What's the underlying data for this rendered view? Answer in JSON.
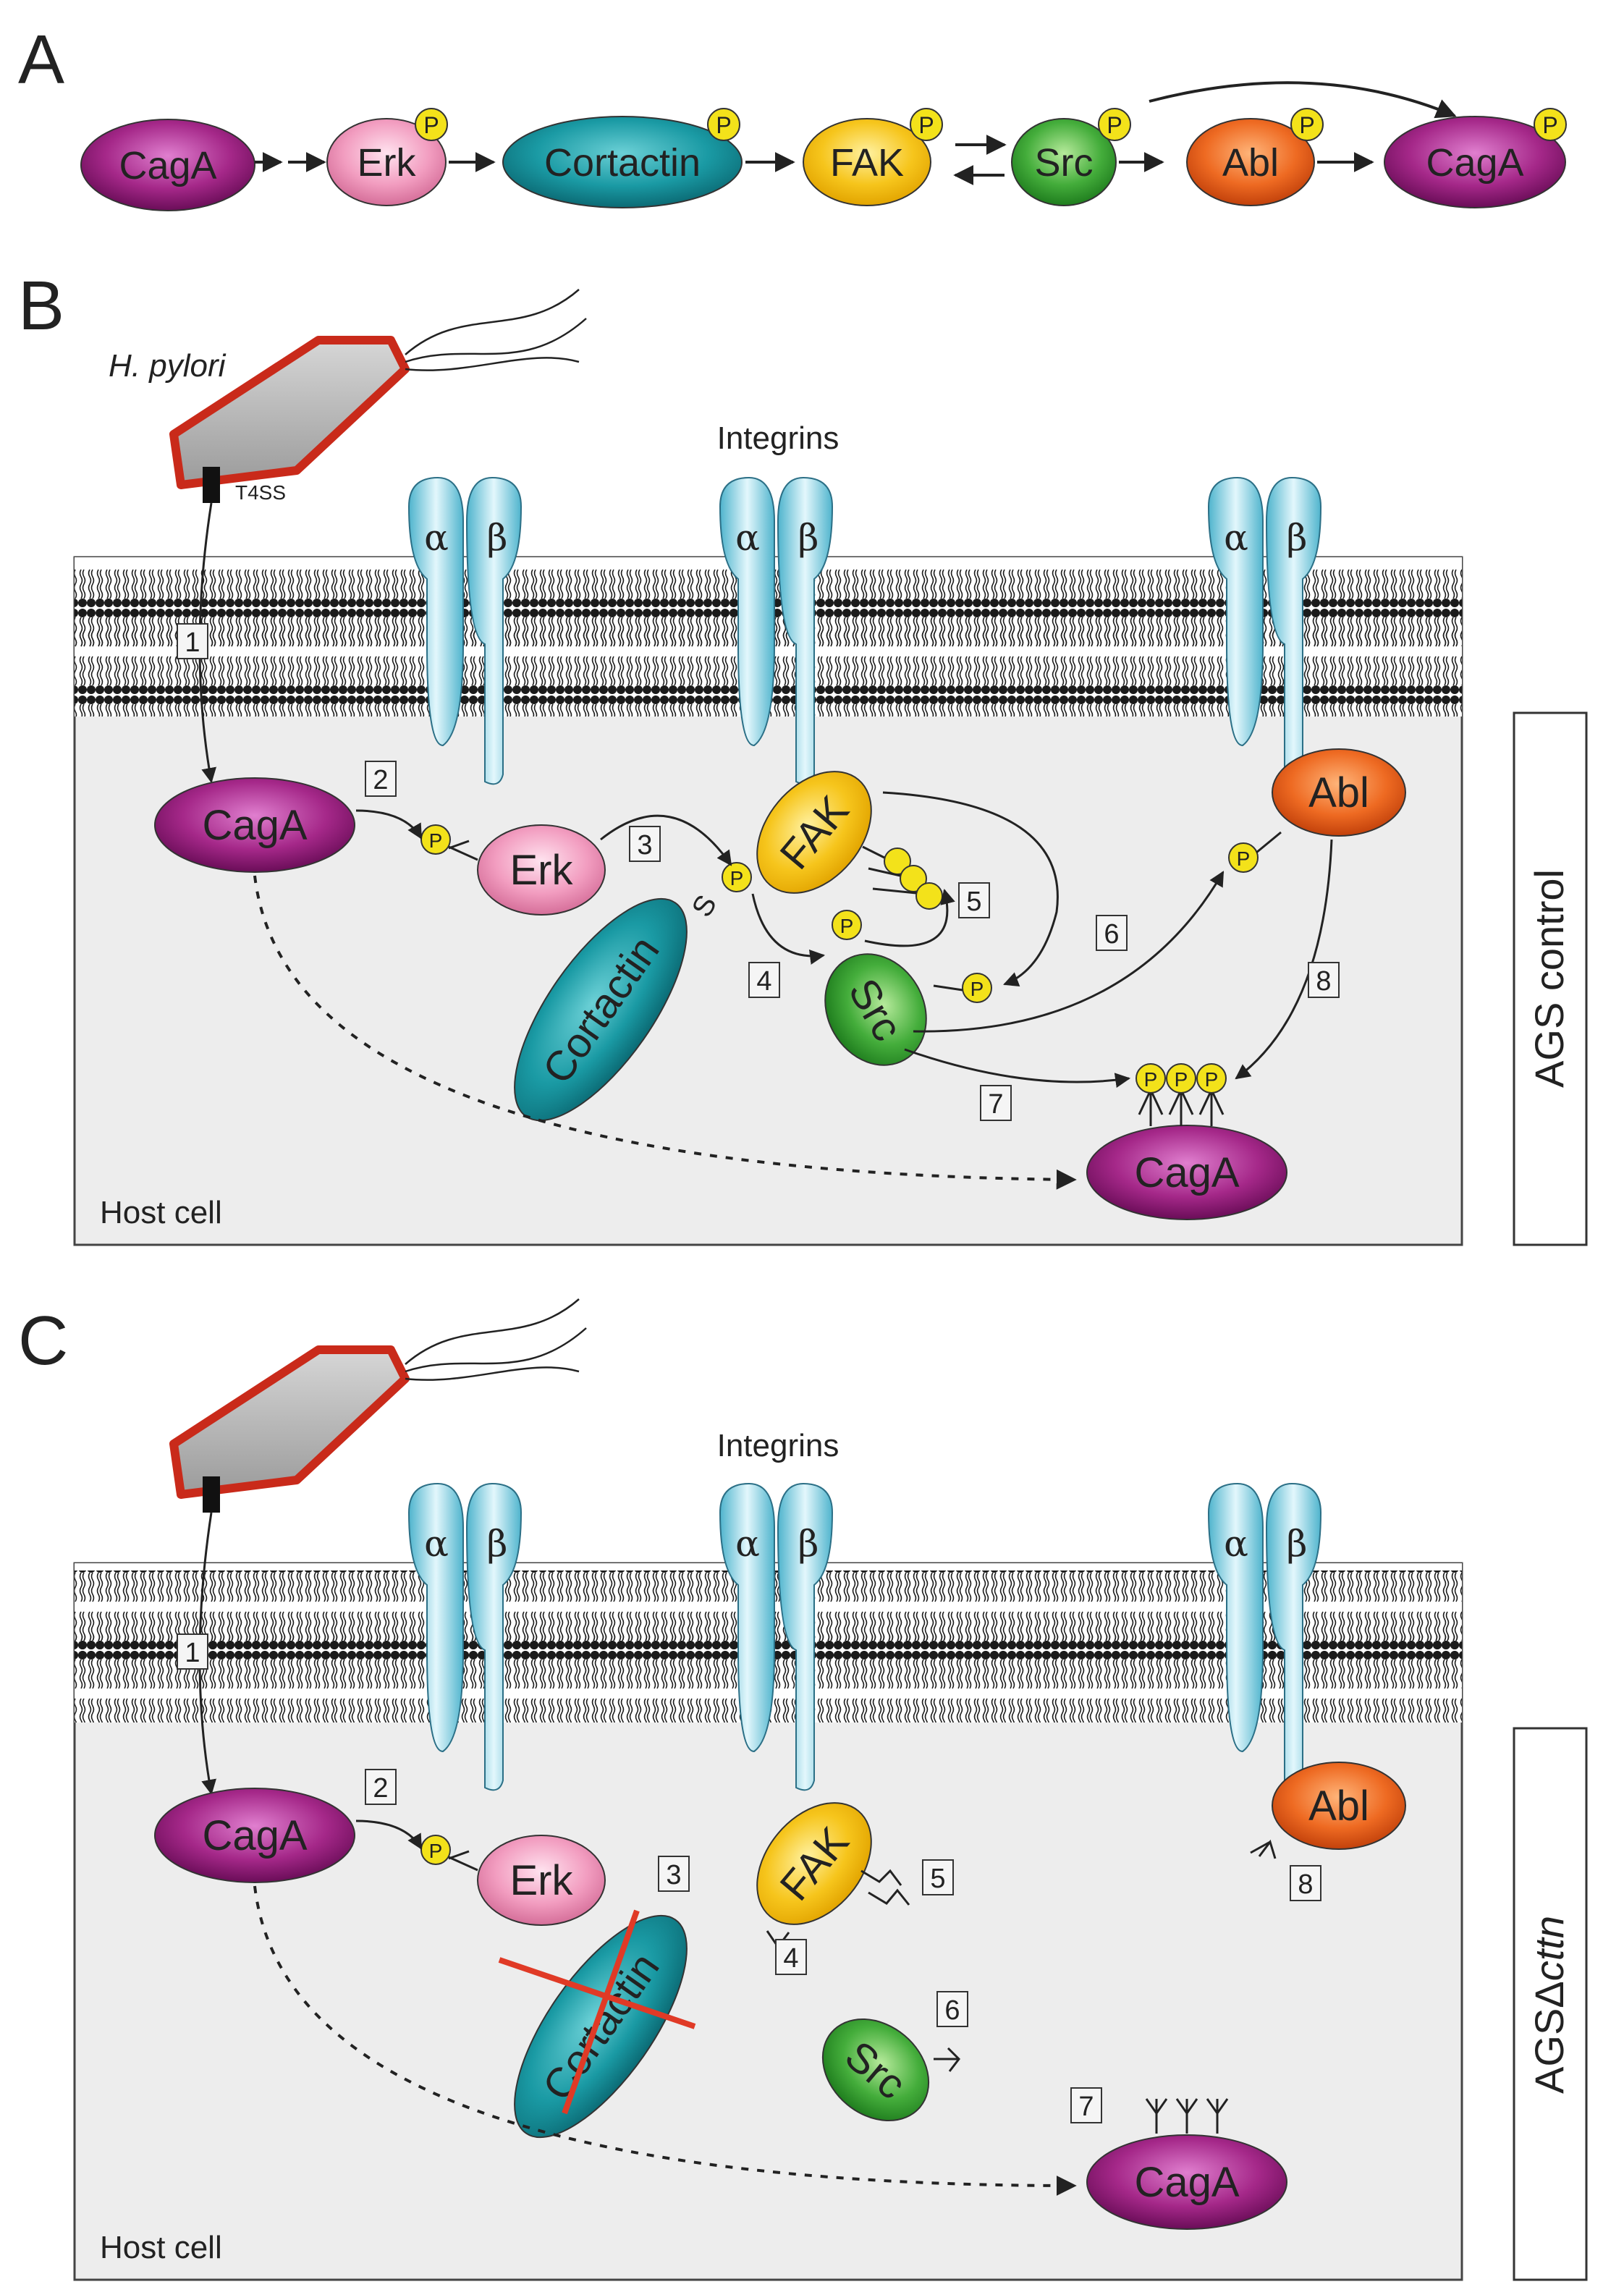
{
  "panels": {
    "A": {
      "label": "A",
      "pathway": [
        {
          "name": "CagA",
          "color": "purple",
          "phospho": false
        },
        {
          "name": "Erk",
          "color": "pink",
          "phospho": true
        },
        {
          "name": "Cortactin",
          "color": "teal",
          "phospho": true
        },
        {
          "name": "FAK",
          "color": "yellow",
          "phospho": true
        },
        {
          "name": "Src",
          "color": "green",
          "phospho": true
        },
        {
          "name": "Abl",
          "color": "orange",
          "phospho": true
        },
        {
          "name": "CagA",
          "color": "purple",
          "phospho": true
        }
      ]
    },
    "B": {
      "label": "B",
      "bacterium": "H. pylori",
      "secretion_system": "T4SS",
      "integrins_label": "Integrins",
      "alpha": "α",
      "beta": "β",
      "compartment": "Host cell",
      "condition": "AGS control",
      "proteins": {
        "caga_in": "CagA",
        "erk": "Erk",
        "fak": "FAK",
        "cortactin": "Cortactin",
        "src": "Src",
        "abl": "Abl",
        "caga_out": "CagA"
      },
      "phospho_label": "P",
      "serine_label": "S",
      "steps": [
        "1",
        "2",
        "3",
        "4",
        "5",
        "6",
        "7",
        "8"
      ]
    },
    "C": {
      "label": "C",
      "integrins_label": "Integrins",
      "alpha": "α",
      "beta": "β",
      "compartment": "Host cell",
      "condition_prefix": "AGSΔ",
      "condition_gene": "cttn",
      "proteins": {
        "caga_in": "CagA",
        "erk": "Erk",
        "fak": "FAK",
        "cortactin": "Cortactin",
        "src": "Src",
        "abl": "Abl",
        "caga_out": "CagA"
      },
      "phospho_label": "P",
      "steps": [
        "1",
        "2",
        "3",
        "4",
        "5",
        "6",
        "7",
        "8"
      ]
    }
  },
  "colors": {
    "purple": "#a0237f",
    "pink": "#ec9bbd",
    "teal": "#1d9aa4",
    "yellow": "#f4c015",
    "green": "#3aa637",
    "orange": "#e8611d",
    "phospho": "#f3e21a",
    "integrin": "#7fd0e2",
    "cell": "#ededed",
    "bacterium_fill": "#bcbcbc",
    "bacterium_edge": "#c92a1a",
    "cross": "#e03a26"
  }
}
